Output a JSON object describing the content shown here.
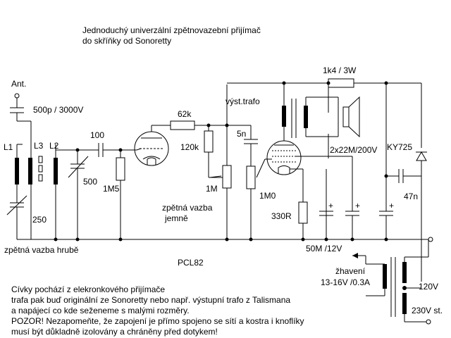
{
  "title": {
    "line1": "Jednoduchý univerzální zpětnovazební přijímač",
    "line2": "do skříňky od Sonoretty"
  },
  "labels": {
    "ant": "Ant.",
    "c_ant": "500p / 3000V",
    "l1": "L1",
    "l3": "L3",
    "l2": "L2",
    "c100": "100",
    "c500": "500",
    "c250": "250",
    "r1m5": "1M5",
    "r62k": "62k",
    "r120k": "120k",
    "c5n": "5n",
    "r1m": "1M",
    "r1m0": "1M0",
    "out_trafo": "výst.trafo",
    "r1k4": "1k4 / 3W",
    "caps_2x22": "2x22M/200V",
    "ky725": "KY725",
    "c47n": "47n",
    "r330": "330R",
    "c50m": "50M /12V",
    "fb_fine_1": "zpětná vazba",
    "fb_fine_2": "jemně",
    "fb_coarse": "zpětná vazba hrubě",
    "tube": "PCL82",
    "heater_1": "žhavení",
    "heater_2": "13-16V /0.3A",
    "v120": "120V",
    "v230": "230V st.",
    "plus1": "+",
    "plus2": "+",
    "plus3": "+"
  },
  "notes": [
    "Cívky pochází z elekronkového přijímače",
    "trafa pak buď originální ze Sonoretty nebo např. výstupní trafo z Talismana",
    "a napájecí co kde seženeme s malými rozměry.",
    "POZOR! Nezapomeňte, že zapojení je přímo spojeno se sítí a kostra i knoflíky",
    "musí být důkladně izolovány a chráněny před dotykem!"
  ]
}
